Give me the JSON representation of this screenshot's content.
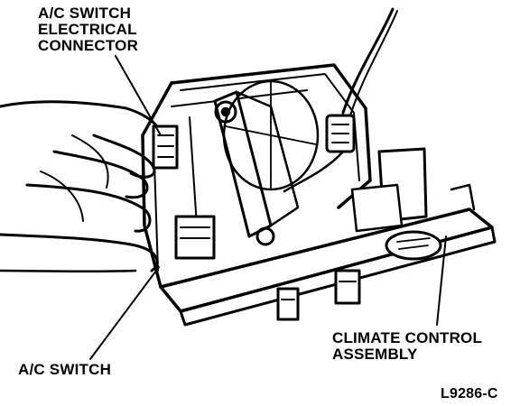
{
  "callouts": {
    "ac_switch_connector": [
      "A/C SWITCH",
      "ELECTRICAL",
      "CONNECTOR"
    ],
    "climate_control_assembly": [
      "CLIMATE CONTROL",
      "ASSEMBLY"
    ],
    "ac_switch": "A/C SWITCH"
  },
  "figure_id": "L9286-C",
  "colors": {
    "ink": "#000000",
    "paper": "#ffffff"
  }
}
